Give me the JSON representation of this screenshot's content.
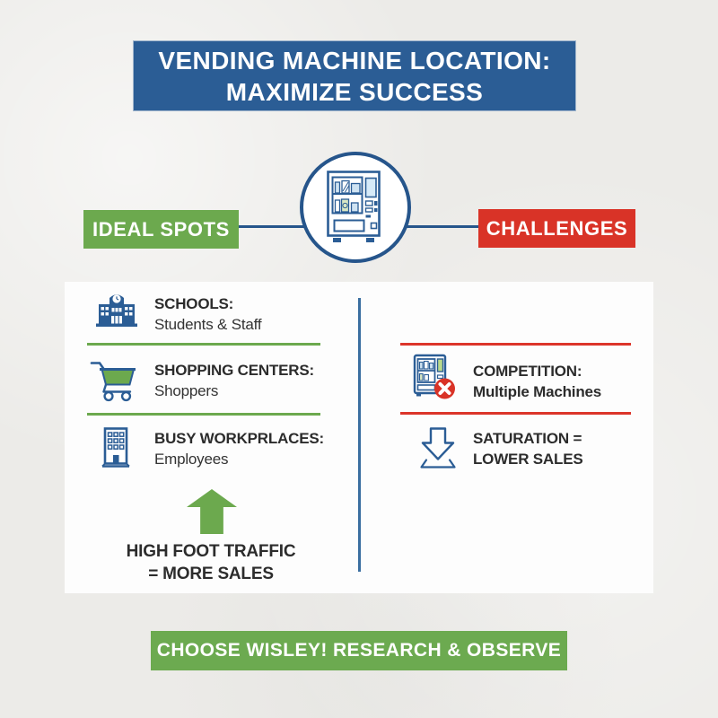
{
  "palette": {
    "background": "#ECEBE8",
    "banner_blue": "#2B5D95",
    "green": "#6CA94E",
    "red": "#D93327",
    "navy_outline": "#26558B",
    "text_dark": "#2C2C2C",
    "panel_white": "#FDFDFD"
  },
  "header": {
    "line1": "VENDING MACHINE LOCATION:",
    "line2": "MAXIMIZE SUCCESS"
  },
  "center": {
    "icon": "vending-machine-icon"
  },
  "branches": {
    "left_label": "IDEAL SPOTS",
    "right_label": "CHALLENGES"
  },
  "ideal_spots": {
    "items": [
      {
        "icon": "school-icon",
        "title": "SCHOOLS:",
        "subtitle": "Students & Staff"
      },
      {
        "icon": "shopping-cart-icon",
        "title": "SHOPPING CENTERS:",
        "subtitle": "Shoppers"
      },
      {
        "icon": "office-building-icon",
        "title": "BUSY WORKPRLACES:",
        "subtitle": "Employees"
      }
    ],
    "conclusion": {
      "line1": "HIGH FOOT TRAFFIC",
      "line2": "= MORE SALES"
    }
  },
  "challenges": {
    "items": [
      {
        "icon": "vending-machine-x-icon",
        "title": "COMPETITION:",
        "subtitle": "Multiple Machines"
      },
      {
        "icon": "down-arrow-icon",
        "title": "SATURATION =",
        "subtitle": "LOWER SALES"
      }
    ]
  },
  "footer": {
    "label": "CHOOSE WISLEY! RESEARCH & OBSERVE"
  }
}
